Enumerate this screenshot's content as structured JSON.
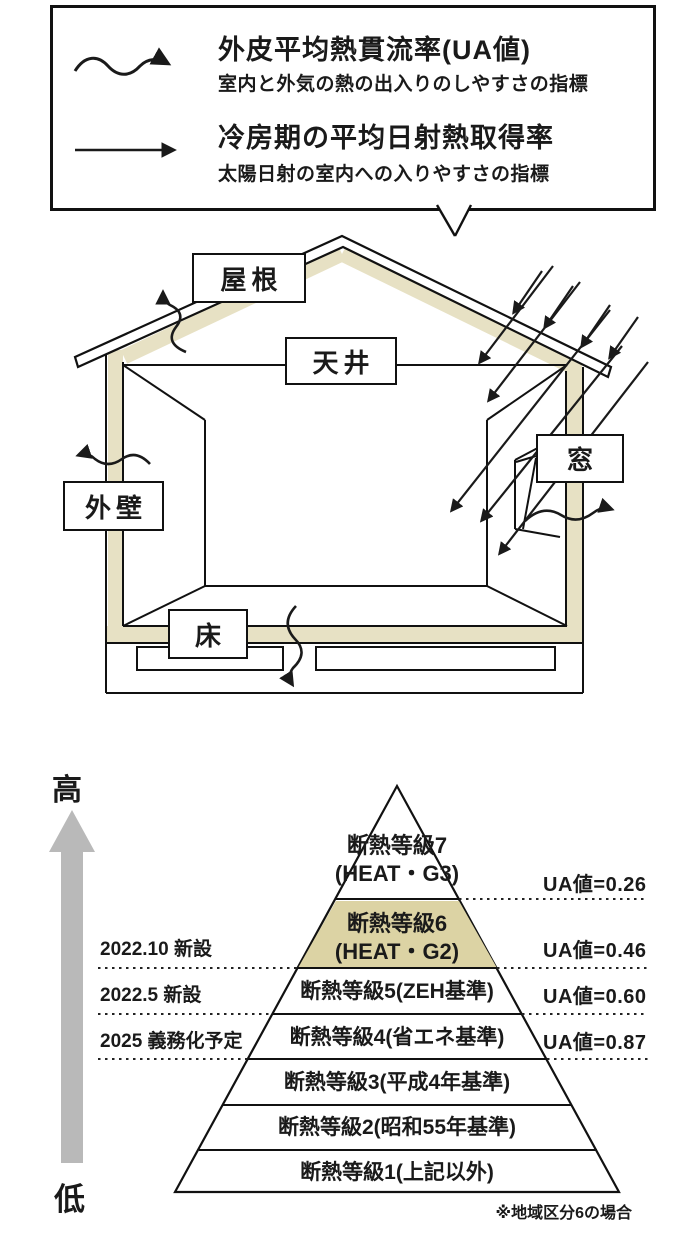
{
  "legend": {
    "items": [
      {
        "icon": "wavy-arrow-icon",
        "title": "外皮平均熱貫流率(UA値)",
        "desc": "室内と外気の熱の出入りのしやすさの指標"
      },
      {
        "icon": "straight-arrow-icon",
        "title": "冷房期の平均日射熱取得率",
        "desc": "太陽日射の室内への入りやすさの指標"
      }
    ]
  },
  "house": {
    "labels": {
      "roof": "屋根",
      "ceiling": "天井",
      "window": "窓",
      "wall": "外壁",
      "floor": "床"
    }
  },
  "pyramid": {
    "scale_high": "高",
    "scale_low": "低",
    "footnote": "※地域区分6の場合",
    "rows": [
      {
        "label": "断熱等級7",
        "sub": "(HEAT・G3)",
        "ua": "UA値=0.26"
      },
      {
        "label": "断熱等級6",
        "sub": "(HEAT・G2)",
        "ua": "UA値=0.46",
        "side": "2022.10 新設",
        "highlight": true
      },
      {
        "label": "断熱等級5(ZEH基準)",
        "ua": "UA値=0.60",
        "side": "2022.5 新設"
      },
      {
        "label": "断熱等級4(省エネ基準)",
        "ua": "UA値=0.87",
        "side": "2025 義務化予定"
      },
      {
        "label": "断熱等級3(平成4年基準)"
      },
      {
        "label": "断熱等級2(昭和55年基準)"
      },
      {
        "label": "断熱等級1(上記以外)"
      }
    ]
  },
  "colors": {
    "insulation_house": "#e7e1c4",
    "insulation_grade": "#dcd3a4",
    "scale_arrow": "#b9b9b9",
    "line": "#1a1a1a"
  }
}
